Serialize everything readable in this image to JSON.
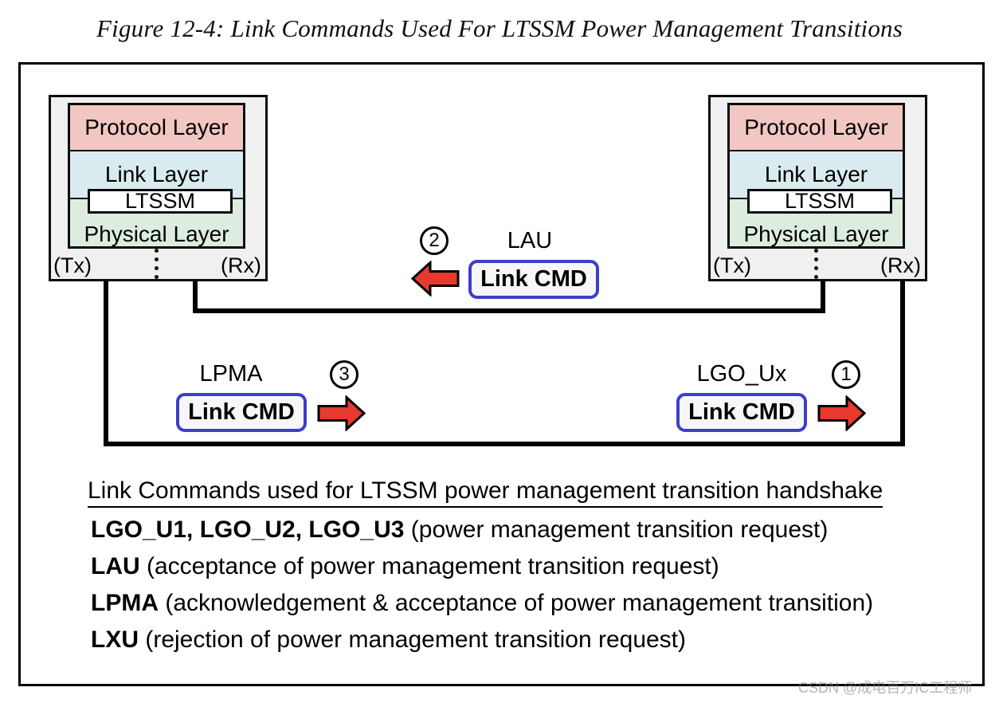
{
  "figure": {
    "title": "Figure 12-4: Link Commands Used For LTSSM Power Management Transitions"
  },
  "devices": {
    "left": {
      "protocol_layer": "Protocol Layer",
      "link_layer": "Link Layer",
      "ltssm": "LTSSM",
      "physical_layer": "Physical Layer",
      "tx": "(Tx)",
      "rx": "(Rx)"
    },
    "right": {
      "protocol_layer": "Protocol Layer",
      "link_layer": "Link Layer",
      "ltssm": "LTSSM",
      "physical_layer": "Physical Layer",
      "tx": "(Tx)",
      "rx": "(Rx)"
    }
  },
  "link_commands": {
    "lau": {
      "step": "2",
      "name": "LAU",
      "box_label": "Link CMD",
      "direction": "left"
    },
    "lpma": {
      "step": "3",
      "name": "LPMA",
      "box_label": "Link CMD",
      "direction": "right"
    },
    "lgo": {
      "step": "1",
      "name": "LGO_Ux",
      "box_label": "Link CMD",
      "direction": "right"
    }
  },
  "legend": {
    "heading": "Link Commands used for LTSSM power management transition handshake",
    "entries": [
      {
        "term": "LGO_U1, LGO_U2, LGO_U3",
        "description": " (power management transition request)"
      },
      {
        "term": "LAU",
        "description": " (acceptance of power management transition request)"
      },
      {
        "term": "LPMA",
        "description": " (acknowledgement & acceptance of power management transition)"
      },
      {
        "term": "LXU",
        "description": " (rejection of power management transition request)"
      }
    ]
  },
  "watermark": "CSDN @成电百万IC工程师",
  "colors": {
    "protocol_fill": "#f2c6c2",
    "link_fill": "#d9ebee",
    "physical_fill": "#dcede0",
    "device_fill": "#f0f0f1",
    "cmd_box_border": "#3d3ec8",
    "cmd_box_fill": "#f7f7f8",
    "arrow_red": "#e8392e",
    "line_black": "#000000"
  }
}
